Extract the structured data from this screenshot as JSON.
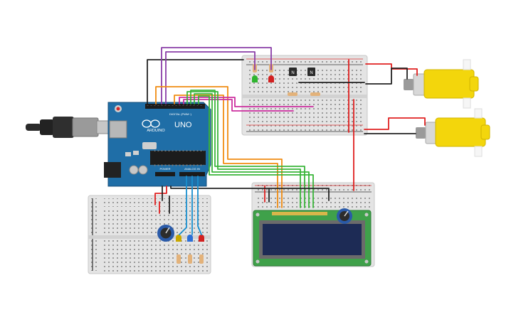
{
  "arduino": {
    "brand": "ARDUINO",
    "model": "UNO",
    "digital_label": "DIGITAL (PWM~)",
    "power_label": "POWER",
    "analog_label": "ANALOG IN",
    "chip_color": "#1c1c1c",
    "board_color": "#1f6ea7"
  },
  "colors": {
    "wire_orange": "#f08c12",
    "wire_green": "#3ab53a",
    "wire_purple": "#8a3ea8",
    "wire_magenta": "#cc2e9e",
    "wire_red": "#e02020",
    "wire_black": "#222222",
    "wire_blue": "#1a8fcf",
    "motor_yellow": "#f3d60c",
    "lcd_green": "#3fa14a",
    "lcd_screen": "#1d2b55",
    "breadboard": "#e3e3e3"
  },
  "components": {
    "transistor_left": "N",
    "transistor_right": "N"
  }
}
